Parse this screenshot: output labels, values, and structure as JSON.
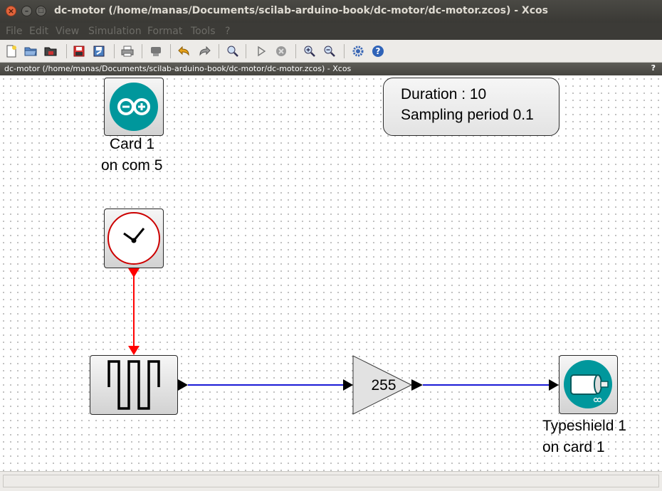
{
  "window": {
    "title": "dc-motor (/home/manas/Documents/scilab-arduino-book/dc-motor/dc-motor.zcos) - Xcos"
  },
  "menu": [
    "File",
    "Edit",
    "View",
    "Simulation",
    "Format",
    "Tools",
    "?"
  ],
  "toolbar": {
    "buttons": [
      "new-diagram",
      "open",
      "open-in-scilab",
      "save",
      "save-as",
      "print",
      "export",
      "undo",
      "redo",
      "fit-diagram",
      "start",
      "stop",
      "zoom-in",
      "zoom-out",
      "setup",
      "help"
    ]
  },
  "diagram_title": "dc-motor (/home/manas/Documents/scilab-arduino-book/dc-motor/dc-motor.zcos) - Xcos",
  "diagram_help": "?",
  "blocks": {
    "arduino_setup": {
      "icon": "arduino-logo-icon",
      "label_line1": "Card 1",
      "label_line2": "on com 5"
    },
    "clock": {
      "icon": "clock-icon"
    },
    "pulse": {
      "icon": "square-wave-icon"
    },
    "gain": {
      "value": "255"
    },
    "dc_motor": {
      "icon": "dc-motor-icon",
      "label_line1": "Typeshield 1",
      "label_line2": "on card 1"
    }
  },
  "note": {
    "line1": "Duration : 10",
    "line2": "Sampling period 0.1"
  },
  "colors": {
    "event_link": "#ff0000",
    "data_link": "#1a1ad6",
    "arduino_teal": "#00979c",
    "clock_border": "#cc0000"
  }
}
